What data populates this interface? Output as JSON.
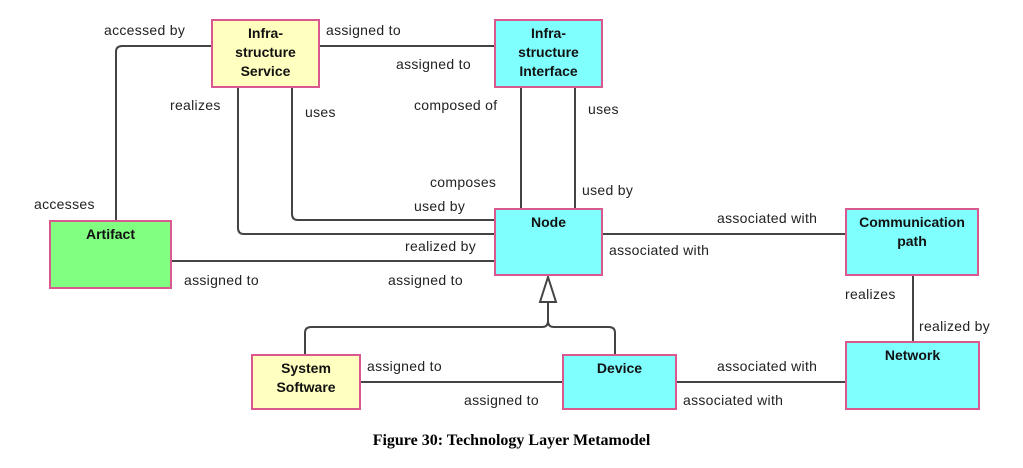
{
  "colors": {
    "infrastructure": "#ffffc0",
    "node": "#80ffff",
    "artifact": "#80ff80",
    "border": "#d9588e",
    "line": "#444444"
  },
  "nodes": {
    "infra_service": {
      "label": "Infra-\nstructure\nService",
      "color": "#ffffc0"
    },
    "infra_interface": {
      "label": "Infra-\nstructure\nInterface",
      "color": "#80ffff"
    },
    "artifact": {
      "label": "Artifact",
      "color": "#80ff80"
    },
    "node": {
      "label": "Node",
      "color": "#80ffff"
    },
    "comm_path": {
      "label": "Communication\npath",
      "color": "#80ffff"
    },
    "system_software": {
      "label": "System\nSoftware",
      "color": "#ffffc0"
    },
    "device": {
      "label": "Device",
      "color": "#80ffff"
    },
    "network": {
      "label": "Network",
      "color": "#80ffff"
    }
  },
  "edges": [
    {
      "from": "infra_service",
      "to": "artifact",
      "from_label": "accessed by",
      "to_label": "accesses"
    },
    {
      "from": "infra_service",
      "to": "infra_interface",
      "from_label": "assigned to",
      "to_label": "assigned to"
    },
    {
      "from": "infra_service",
      "to": "node",
      "from_label": "realizes",
      "to_label": "realized by"
    },
    {
      "from": "infra_service",
      "to": "node",
      "from_label": "uses",
      "to_label": "used by"
    },
    {
      "from": "infra_interface",
      "to": "node",
      "from_label": "composed of",
      "to_label": "composes"
    },
    {
      "from": "infra_interface",
      "to": "node",
      "from_label": "uses",
      "to_label": "used by"
    },
    {
      "from": "artifact",
      "to": "node",
      "from_label": "assigned to",
      "to_label": "assigned to"
    },
    {
      "from": "node",
      "to": "comm_path",
      "from_label": "associated with",
      "to_label": "associated with"
    },
    {
      "from": "comm_path",
      "to": "network",
      "from_label": "realizes",
      "to_label": "realized by"
    },
    {
      "from": "system_software",
      "to": "device",
      "from_label": "assigned to",
      "to_label": "assigned to"
    },
    {
      "from": "device",
      "to": "network",
      "from_label": "associated with",
      "to_label": "associated with"
    },
    {
      "from": "system_software",
      "to": "node",
      "type": "generalization"
    },
    {
      "from": "device",
      "to": "node",
      "type": "generalization"
    }
  ],
  "labels": {
    "accessed_by": "accessed by",
    "accesses": "accesses",
    "svc_assigned_to_top": "assigned to",
    "iface_assigned_to": "assigned to",
    "svc_realizes": "realizes",
    "svc_uses": "uses",
    "iface_composed_of": "composed of",
    "iface_uses": "uses",
    "node_composes": "composes",
    "node_used_by_left": "used by",
    "node_used_by_right": "used by",
    "node_realized_by": "realized by",
    "node_assigned_to": "assigned to",
    "artifact_assigned_to": "assigned to",
    "comm_associated_with": "associated with",
    "node_associated_with": "associated with",
    "comm_realizes": "realizes",
    "network_realized_by": "realized by",
    "sys_assigned_to": "assigned to",
    "device_assigned_to": "assigned to",
    "network_associated_with": "associated with",
    "device_associated_with": "associated with"
  },
  "caption": "Figure 30: Technology Layer Metamodel"
}
